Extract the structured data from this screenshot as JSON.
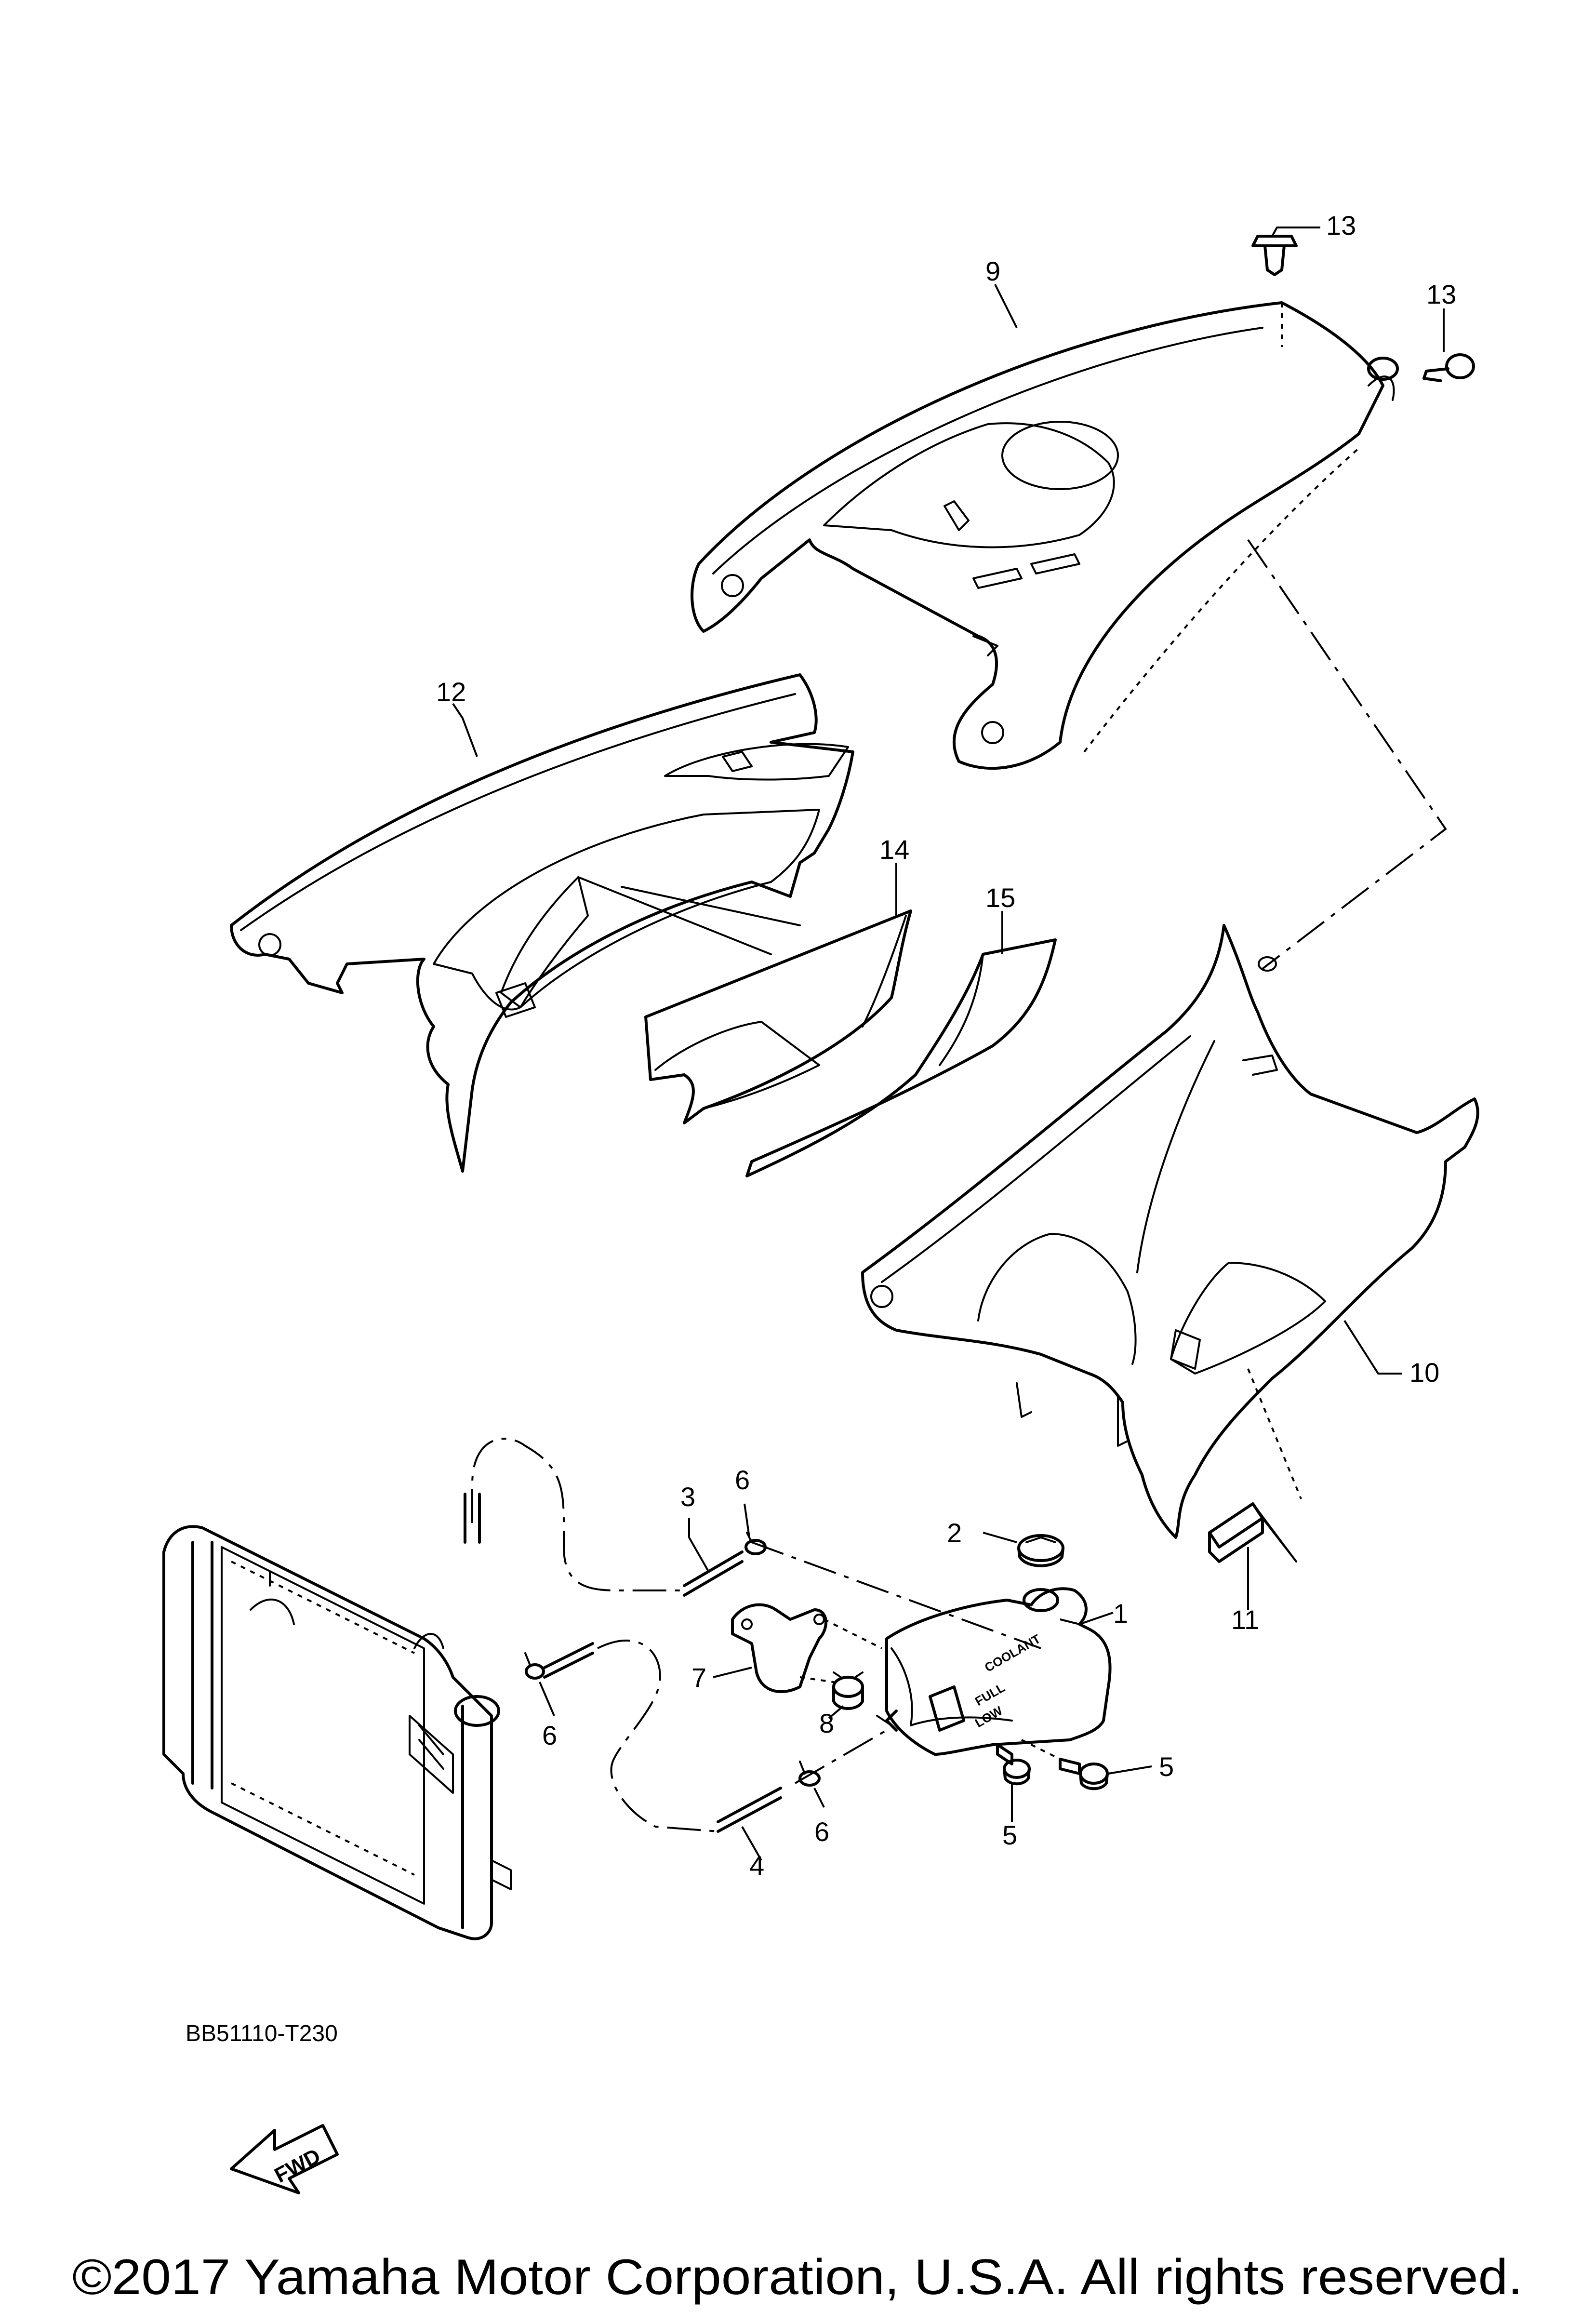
{
  "diagram": {
    "callouts": {
      "c1": "1",
      "c2": "2",
      "c3": "3",
      "c4": "4",
      "c5a": "5",
      "c5b": "5",
      "c6a": "6",
      "c6b": "6",
      "c6c": "6",
      "c7": "7",
      "c8": "8",
      "c9": "9",
      "c10": "10",
      "c11": "11",
      "c12": "12",
      "c13a": "13",
      "c13b": "13",
      "c14": "14",
      "c15": "15"
    },
    "tank_labels": {
      "coolant": "COOLANT",
      "full": "FULL",
      "low": "LOW"
    },
    "fwd_label": "FWD",
    "drawing_code": "BB51110-T230"
  },
  "footer": {
    "copyright": "©2017 Yamaha Motor Corporation, U.S.A. All rights reserved."
  },
  "colors": {
    "line": "#000000",
    "background": "#ffffff"
  }
}
